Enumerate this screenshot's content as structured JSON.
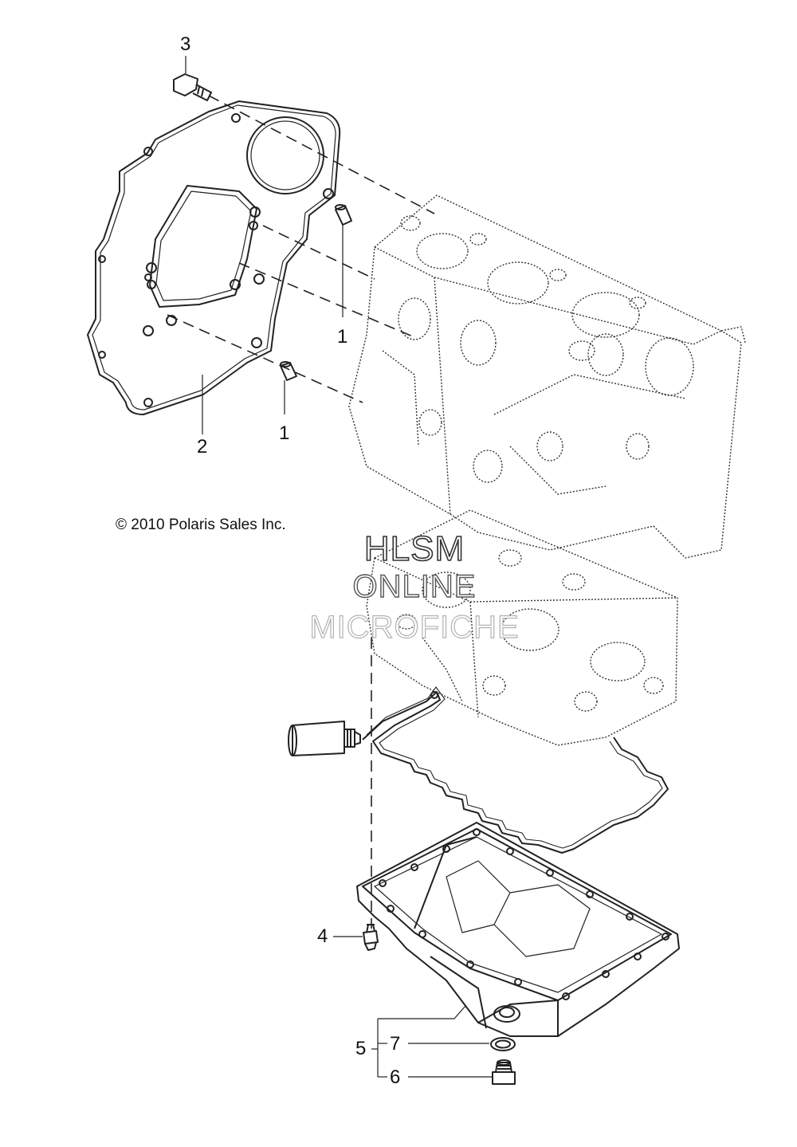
{
  "copyright": "© 2010 Polaris Sales Inc.",
  "watermark": {
    "line1": "HLSM",
    "line2": "ONLINE",
    "line3": "MICROFICHE"
  },
  "callouts": {
    "c1a": "1",
    "c1b": "1",
    "c2": "2",
    "c3": "3",
    "c4": "4",
    "c5": "5",
    "c6": "6",
    "c7": "7"
  }
}
